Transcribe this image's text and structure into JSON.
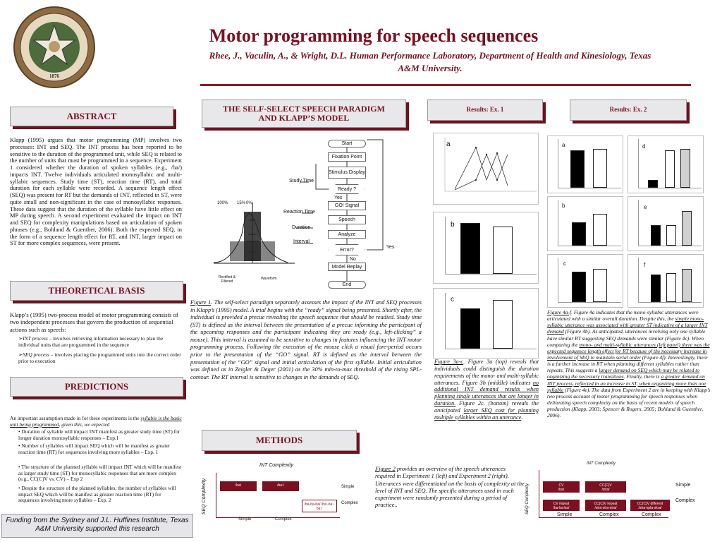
{
  "header": {
    "title": "Motor programming for speech sequences",
    "authors": "Rhee, J., Vaculin, A., & Wright, D.L. Human Performance Laboratory, Department of Health and Kinesiology, Texas A&M University.",
    "seal_year": "1876"
  },
  "abstract": {
    "heading": "ABSTRACT",
    "body": "Klapp (1995) argues that motor programming (MP) involves two processes: INT and SEQ. The INT process has been reported to be sensitive to the duration of the programmed unit, while SEQ is related to the number of units that must be programmed in a sequence. Experiment 1 considered whether the duration of spoken syllables (e.g., /ba/) impacts INT. Twelve individuals articulated monosyllabic and multi-syllabic sequences. Study time (ST), reaction time (RT), and total duration for each syllable were recorded. A sequence length effect (SEQ) was present for RT but the demands of INT, reflected in ST, were quite small and non-significant in the case of monosyllabic responses. These data suggest that the duration of the syllable have little effect on MP during speech. A second experiment evaluated the impact on INT and SEQ for complexity manipulations based on articulation of spoken phrases (e.g., Bohland & Guenther, 2006). Both the expected SEQ, in the form of a sequence length effect for RT, and INT, larger impact on ST for more complex sequences, were present."
  },
  "theory": {
    "heading": "THEORETICAL BASIS",
    "intro": "Klapp’s (1995) two-process model of motor programming consists of two independent processes that govern the production of sequential actions such as speech:",
    "b1_term": "INT process",
    "b1_text": " – involves retrieving information necessary to plan the individual units that are programmed in the sequence",
    "b2_term": "SEQ process",
    "b2_text": " – involves placing the programmed units into the correct order prior to execution"
  },
  "predictions": {
    "heading": "PREDICTIONS",
    "intro_a": "An important assumption made in for these experiments is the ",
    "intro_u": "syllable is the basic unit being programmed",
    "intro_b": ", given this, we expected",
    "items": [
      "• Duration of syllable will impact INT manifest as greater study time (ST) for longer duration monosyllabic responses – Exp.1",
      "• Number of syllables will impact SEQ which will be manifest as greater reaction time (RT) for sequences involving more syllables – Exp. 1",
      "• The structure of the planned syllable will impact INT which will be manifest as larger study time (ST) for monosyllabic responses that are more complex (e.g., CC(C)V vs. CV) – Exp 2",
      "• Despite the structure of the planned syllables, the number of syllables will impact SEQ which will be manifest as greater reaction time (RT) for sequences involving more syllables – Exp. 2"
    ]
  },
  "funding": "Funding from the Sydney and J.L. Huffines Institute, Texas A&M University supported this research",
  "paradigm": {
    "heading": "THE SELF-SELECT SPEECH PARADIGM AND KLAPP’S MODEL",
    "flow": [
      "Start",
      "Fixation Point",
      "Stimulus Display",
      "Ready ?",
      "GO! Signal",
      "Speech",
      "Analyze",
      "Error?",
      "Model Replay",
      "End"
    ],
    "labels": {
      "yes1": "Yes",
      "yes2": "Yes",
      "no": "No",
      "study": "Study Time",
      "reaction": "Reaction Time",
      "duration": "Duration",
      "interval": "Interval",
      "pct100": "100%",
      "pct15": "15%",
      "pct0": "0%",
      "rectified": "Rectified & Filtered",
      "waveform": "Waveform"
    },
    "fig_label": "Figure 1",
    "fig_caption": ". The self-select paradigm separately assesses the impact of the INT and SEQ processes in Klapp’s (1995) model. A trial begins with the “ready” signal being presented. Shortly after, the individual is provided a precue revealing the speech sequence that should be readied. Study time (ST) is defined as the interval between the presentation of a precue informing the participant of the upcoming responses and the participant indicating they are ready (e.g., left-clicking” a mouse). This interval is assumed to be sensitive to changes in features influencing the INT motor programming process. Following the execution of the mouse click a visual fore-period occurs prior to the presentation of the “GO” signal. RT is defined as the interval between the presentation of the “GO” signal and initial articulation of the first syllable. Initial articulation was defined as in Zeigler & Deger (2001) as the 30% min-to-max threshold of the rising SPL-contour. The RT interval is sensitive to changes in the demands of SEQ."
  },
  "methods": {
    "heading": "METHODS",
    "fig_label": "Figure 2",
    "caption": " provides an overview of the speech utterances required in Experiment 1 (left) and Experiment 2 (right). Utterances were differentiated on the basis of complexity at the level of INT and SEQ. The specific utterances used in each experiment were randomly presented during a period of practice..",
    "left": {
      "top": "INT Complexity",
      "side": "SEQ Complexity",
      "row_simple": "Simple",
      "row_complex": "Complex",
      "col_simple": "Simple",
      "col_complex": "Complex",
      "c1": "/ba/",
      "c2": "/ba:/",
      "c3": "/ba-ba-ba/ /ba:-ba:-ba:/"
    },
    "right": {
      "top": "INT Complexity",
      "side": "SEQ Complexity",
      "row_simple": "Simple",
      "row_complex": "Complex",
      "col_simple": "Simple",
      "col_complex": "Complex",
      "col_complex2": "Complex",
      "c1": "CV",
      "c1s": "/ba/",
      "c2": "CC(C)V",
      "c2s": "/stra/",
      "c3": "CV repeat",
      "c3s": "/ba-ba-ba/",
      "c4": "CC(C)V repeat",
      "c4s": "/stra-stra-stra/",
      "c5": "CC(C)V different",
      "c5s": "/stra-spla-skra/"
    }
  },
  "ex1": {
    "heading": "Results: Ex. 1",
    "panel_a": "a",
    "panel_b": "b",
    "panel_c": "c",
    "fig_label": "Figure 3a-c",
    "caption_a": ". Figure 3a (top) reveals that individuals could distinguish the duration requirements of the mono- and multi-syllabic utterances. Figure 3b (middle) indicates ",
    "caption_u1": "no additional INT demand results when planning single utterances that are longer in duration.",
    "caption_b": " Figure 2c. (bottom) reveals the anticipated ",
    "caption_u2": "larger SEQ cost for planning multiple syllables within an utterance",
    "caption_c": "."
  },
  "ex2": {
    "heading": "Results: Ex. 2",
    "panels": [
      "a",
      "b",
      "c",
      "d",
      "e",
      "f"
    ],
    "fig_label": "Figure 4a-f",
    "caption_a": ". Figure 4a indicates that the mono-syllabic utterances were articulated with a similar overall duration. Despite this, the ",
    "caption_u1": "simple mono-syllabic utterance was associated with greater ST indicative of a larger INT demand",
    "caption_b": " (Figure 4b). As anticipated, utterances involving only one syllable have similar RT suggesting SEQ demands were similar (Figure 4c). When comparing the ",
    "caption_u2": "mono- and multi-syllabic utterances (left panel) there was the expected sequence length effect for RT because of the necessary increase in involvement of SEQ to maintain serial order",
    "caption_c": " (Figure 4f). Interestingly, there is a further increase in RT when planning different syllables rather than repeats. This suggests a ",
    "caption_u3": "larger demand on SEQ which may be related to organizing the necessary transitions",
    "caption_d": ". Finally, there is ",
    "caption_u4": "a greater demand on INT process, reflected in an increase in ST, when organizing more than one syllable",
    "caption_e": " (Figure 4e). The data from Experiment 2 are in keeping with Klapp’s two process account of motor programming for speech responses when delineating speech complexity on the basis of recent models of speech production (Klapp, 2003; Spencer & Rogers, 2005; Bohland & Guenther, 2006)."
  },
  "colors": {
    "accent": "#7a1020",
    "rule": "#8b1a2a",
    "box": "#e8e8ea"
  }
}
